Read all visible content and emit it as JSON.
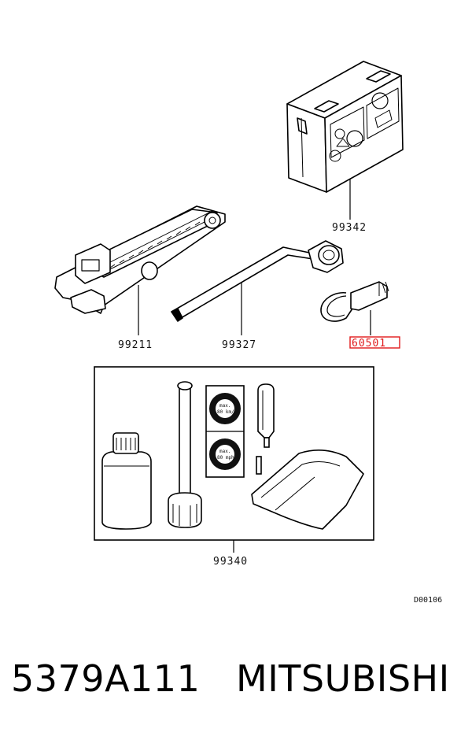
{
  "diagram": {
    "callouts": {
      "repair_kit_box": "99342",
      "jack": "99211",
      "wheel_wrench": "99327",
      "towing_hook": "60501",
      "sealant_kit": "99340"
    },
    "kit_gauges": {
      "upper": [
        "max.",
        "80 km/h"
      ],
      "lower": [
        "max.",
        "80 mph"
      ]
    },
    "drawing_code": "D00106",
    "highlight_color": "#e0191b"
  },
  "footer": {
    "part_number": "5379A111",
    "brand": "MITSUBISHI"
  }
}
